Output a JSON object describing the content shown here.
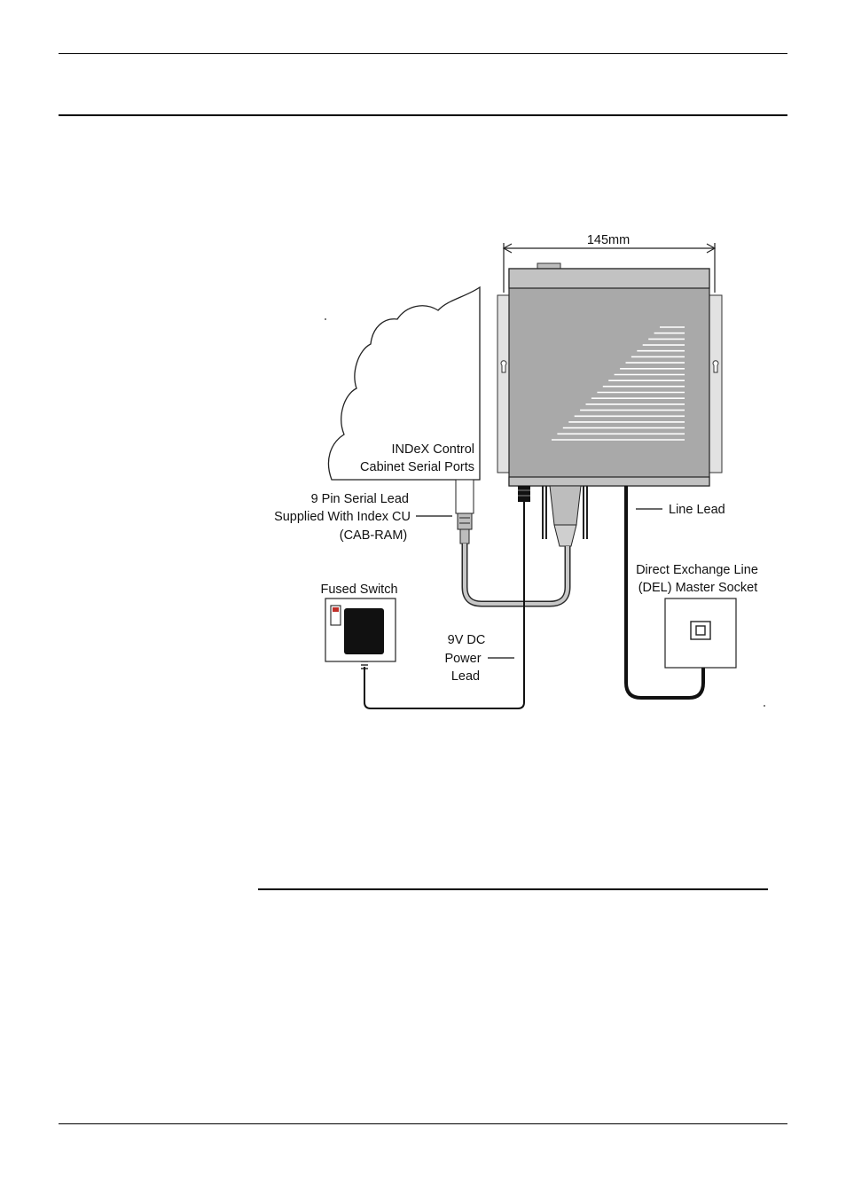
{
  "diagram": {
    "dimension_label": "145mm",
    "cabinet_label": [
      "INDeX Control",
      "Cabinet Serial Ports"
    ],
    "serial_lead_label": [
      "9 Pin Serial Lead",
      "Supplied With Index CU",
      "(CAB-RAM)"
    ],
    "line_lead_label": "Line Lead",
    "del_socket_label": [
      "Direct Exchange Line",
      "(DEL) Master Socket"
    ],
    "fused_switch_label": "Fused Switch",
    "power_lead_label": [
      "9V DC",
      "Power",
      "Lead"
    ]
  }
}
